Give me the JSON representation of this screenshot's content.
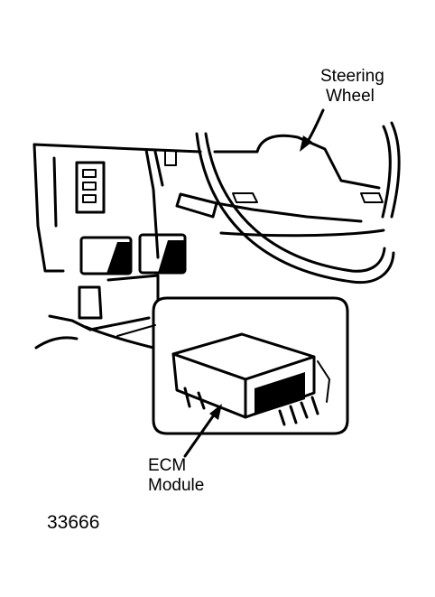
{
  "labels": {
    "steering_wheel": [
      "Steering",
      "Wheel"
    ],
    "ecm_module": [
      "ECM",
      "Module"
    ]
  },
  "figure_number": "33666"
}
